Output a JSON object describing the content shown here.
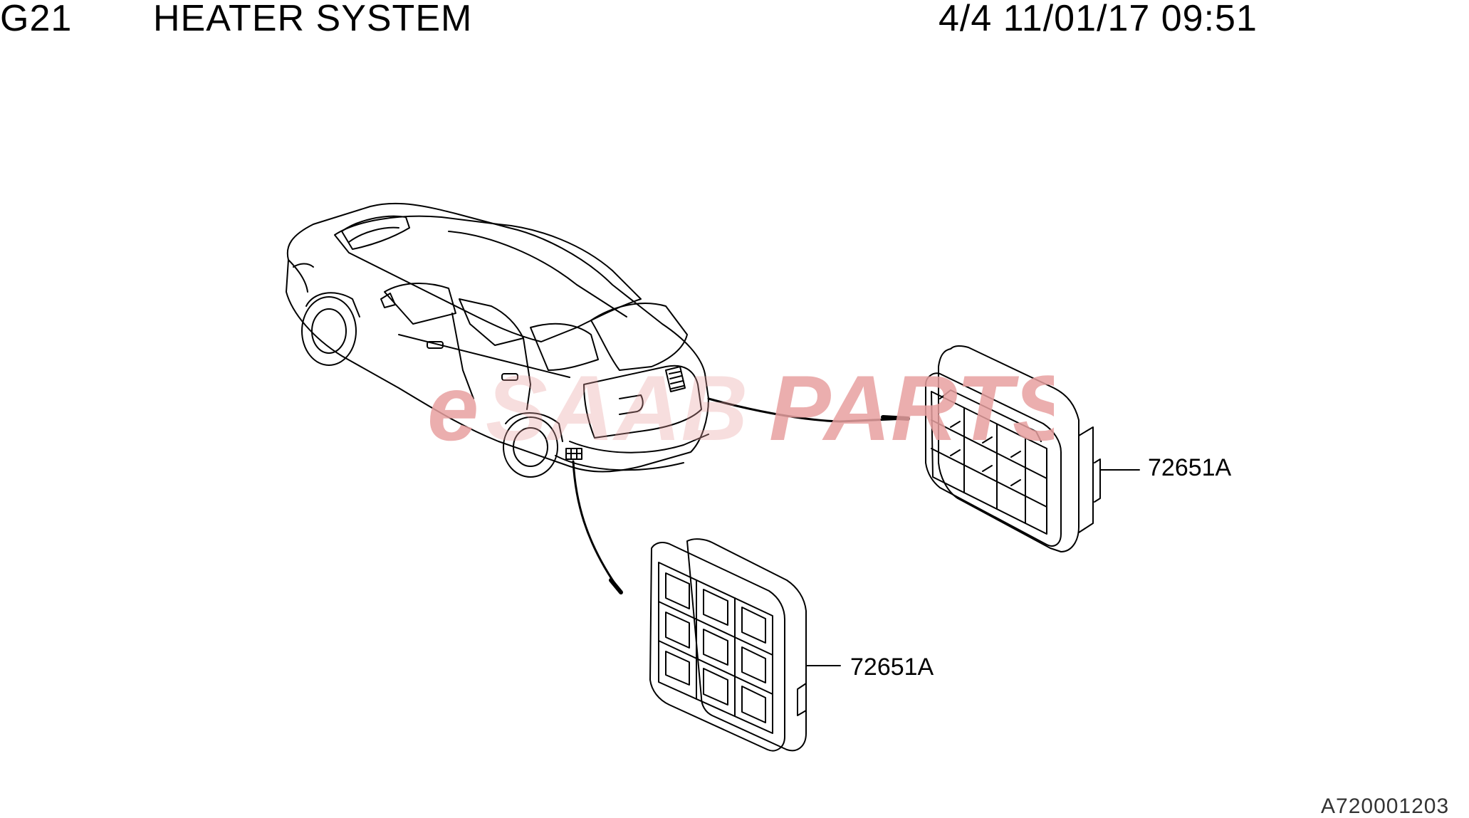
{
  "header": {
    "section_code": "G21",
    "section_title": "HEATER SYSTEM",
    "page_stamp": "4/4 11/01/17 09:51"
  },
  "callouts": [
    {
      "part_number": "72651A"
    },
    {
      "part_number": "72651A"
    }
  ],
  "figure_id": "A720001203",
  "watermark": {
    "text_prefix": "eSAAB",
    "text_suffix": "PARTS",
    "color": "#e8a0a0"
  }
}
